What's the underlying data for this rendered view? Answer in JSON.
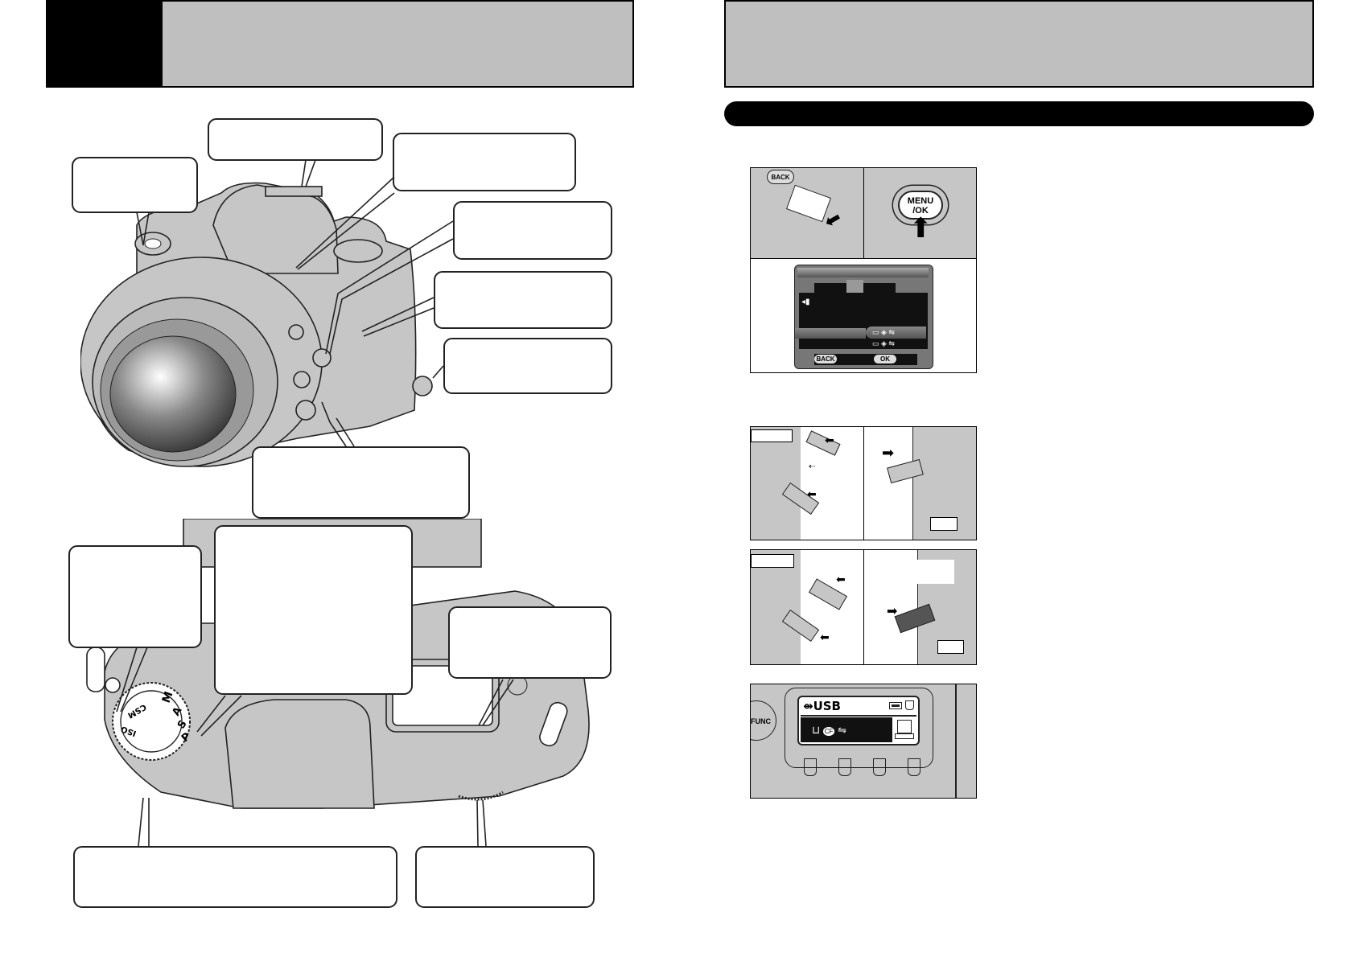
{
  "left_page": {
    "header": {
      "chapter_block_color": "#000000",
      "title_band_color": "#bfbfbf",
      "title": ""
    },
    "front_view_callouts": [
      {
        "id": "shutter-button",
        "text": ""
      },
      {
        "id": "hot-shoe",
        "text": ""
      },
      {
        "id": "af-assist-lamp",
        "text": ""
      },
      {
        "id": "flash-button",
        "text": ""
      },
      {
        "id": "command-dial-front",
        "text": ""
      },
      {
        "id": "side-button",
        "text": ""
      },
      {
        "id": "lens-release-button",
        "text": ""
      }
    ],
    "top_view_callouts": [
      {
        "id": "mode-dial-lock",
        "text": ""
      },
      {
        "id": "mode-dial",
        "text": ""
      },
      {
        "id": "top-lcd-panel",
        "text": ""
      },
      {
        "id": "drive-dial",
        "text": ""
      },
      {
        "id": "rear-command-dial",
        "text": ""
      }
    ],
    "mode_dial_labels": [
      "M",
      "A",
      "S",
      "P",
      "CSM",
      "ISO"
    ]
  },
  "right_page": {
    "header": {
      "title_band_color": "#bfbfbf",
      "title": ""
    },
    "section_bar": {
      "color": "#000000",
      "label": ""
    },
    "step1": {
      "camera_button_label": "BACK",
      "menu_button_label": "MENU\n/OK",
      "menu_button_line1": "MENU",
      "menu_button_line2": "/OK",
      "lcd": {
        "back_label": "BACK",
        "ok_label": "OK"
      }
    },
    "step2": {
      "pc_label": ""
    },
    "step3": {
      "pc_label": ""
    },
    "step4": {
      "func_label": "FUNC",
      "lcd_title": "USB",
      "status_icons": [
        "battery-icon",
        "card-icon"
      ],
      "media_icons": [
        "xd-card-icon",
        "cf-card-icon",
        "transfer-arrows-icon"
      ],
      "cf_label": "CF"
    },
    "body_text": ""
  }
}
